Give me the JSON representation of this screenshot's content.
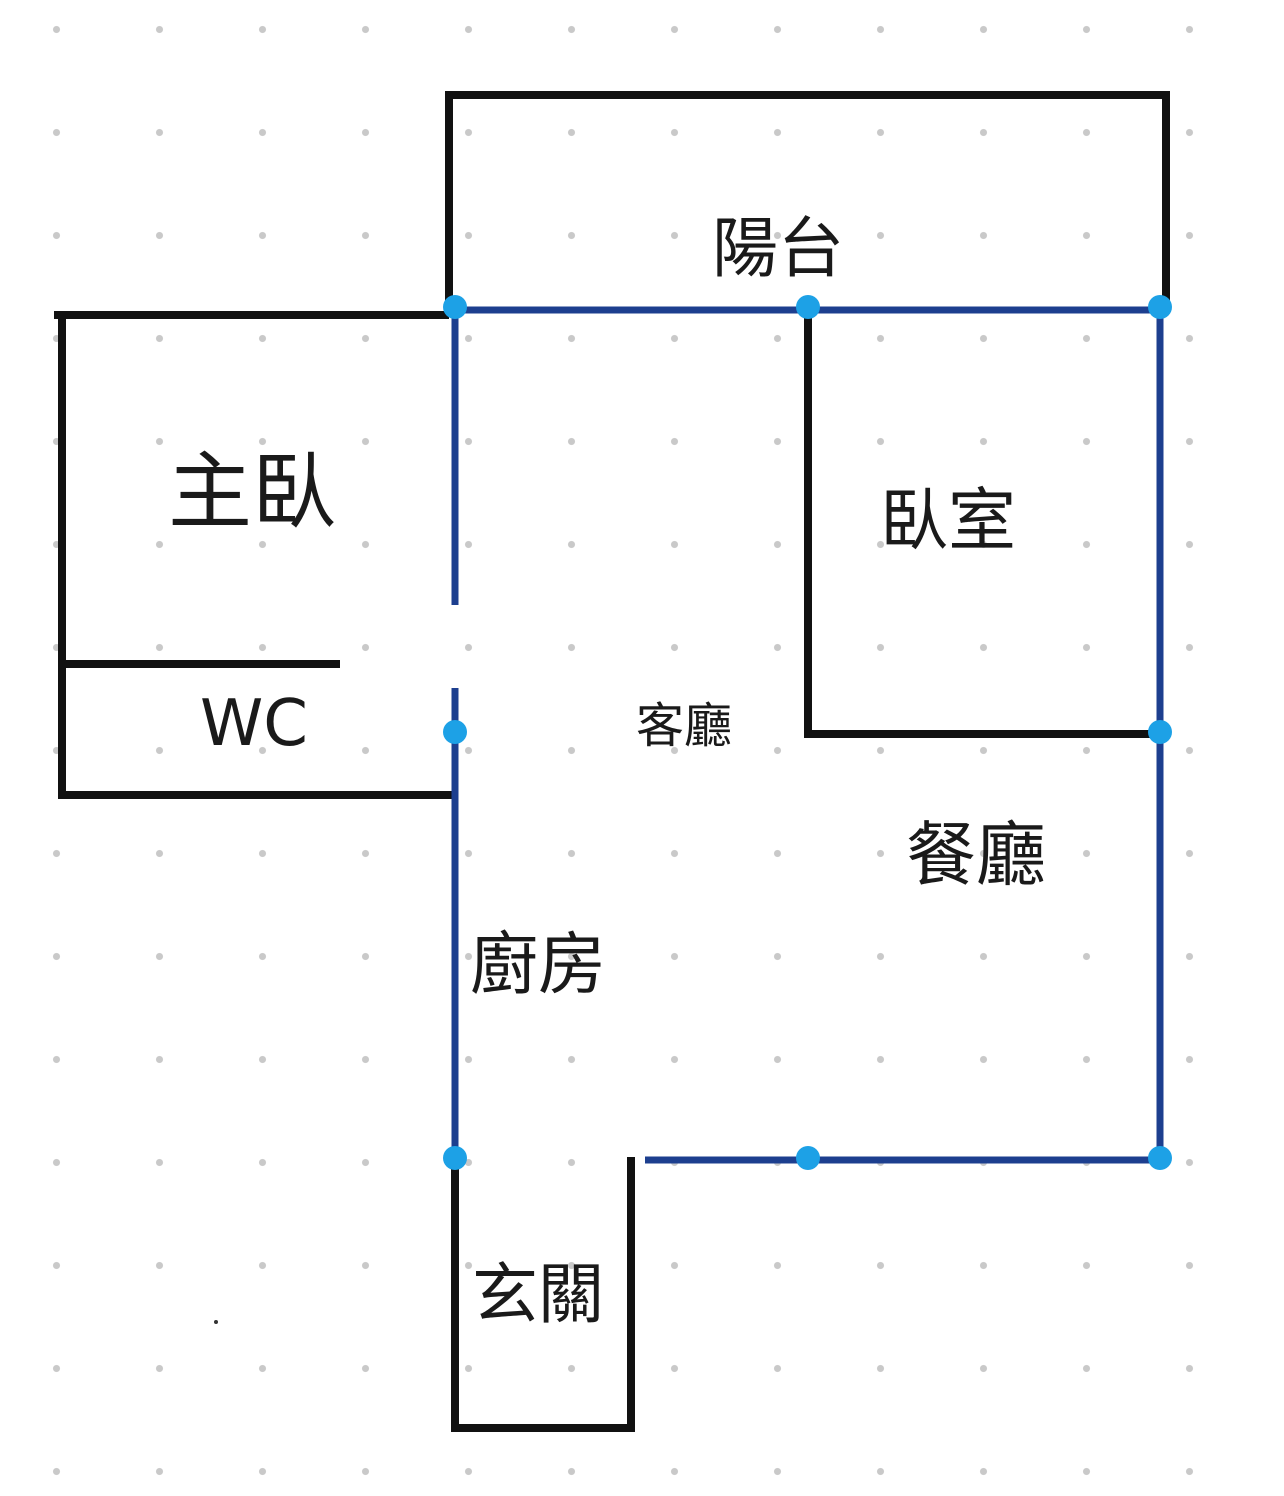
{
  "rooms": {
    "balcony": "陽台",
    "master_bedroom": "主臥",
    "wc": "WC",
    "living_room": "客廳",
    "bedroom": "臥室",
    "dining_room": "餐廳",
    "kitchen": "廚房",
    "entrance": "玄關"
  },
  "colors": {
    "wall": "#111111",
    "selected_wall": "#1d3f8f",
    "vertex_handle": "#1da1e6",
    "grid_dot": "#c9c9c9",
    "background": "#ffffff"
  }
}
